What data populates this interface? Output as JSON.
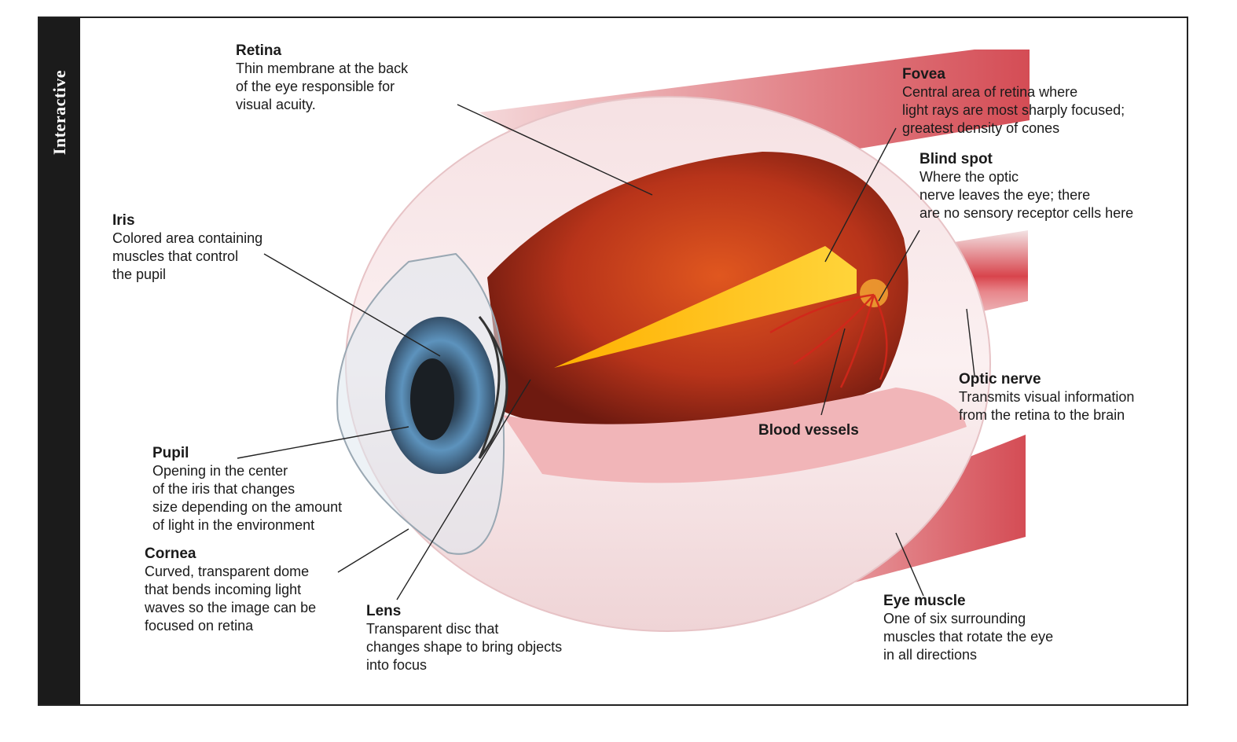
{
  "side_label": "Interactive",
  "labels": {
    "retina": {
      "title": "Retina",
      "desc": "Thin membrane at the back\nof the eye responsible for\nvisual acuity."
    },
    "fovea": {
      "title": "Fovea",
      "desc": "Central area of retina where\nlight rays are most sharply focused;\ngreatest density of cones"
    },
    "blind_spot": {
      "title": "Blind spot",
      "desc": "Where the optic\nnerve leaves the eye; there\nare no sensory receptor cells here"
    },
    "iris": {
      "title": "Iris",
      "desc": "Colored area containing\nmuscles that control\nthe pupil"
    },
    "optic_nerve": {
      "title": "Optic nerve",
      "desc": "Transmits visual information\nfrom the retina to the brain"
    },
    "blood_vessels": {
      "title": "Blood vessels",
      "desc": ""
    },
    "pupil": {
      "title": "Pupil",
      "desc": "Opening in the center\nof the iris that changes\nsize depending on the amount\nof light in the environment"
    },
    "cornea": {
      "title": "Cornea",
      "desc": "Curved, transparent dome\nthat bends incoming light\nwaves so the image can be\nfocused on retina"
    },
    "lens": {
      "title": "Lens",
      "desc": "Transparent disc that\nchanges shape to bring objects\ninto focus"
    },
    "eye_muscle": {
      "title": "Eye muscle",
      "desc": "One of six surrounding\nmuscles that rotate the eye\nin all directions"
    }
  },
  "colors": {
    "sidebar": "#1b1b1b",
    "sclera": "#f3d6d8",
    "interior": "#b8341a",
    "light_beam": "#ffc21a",
    "iris": "#4a7fa6",
    "muscle": "#d9525a"
  }
}
